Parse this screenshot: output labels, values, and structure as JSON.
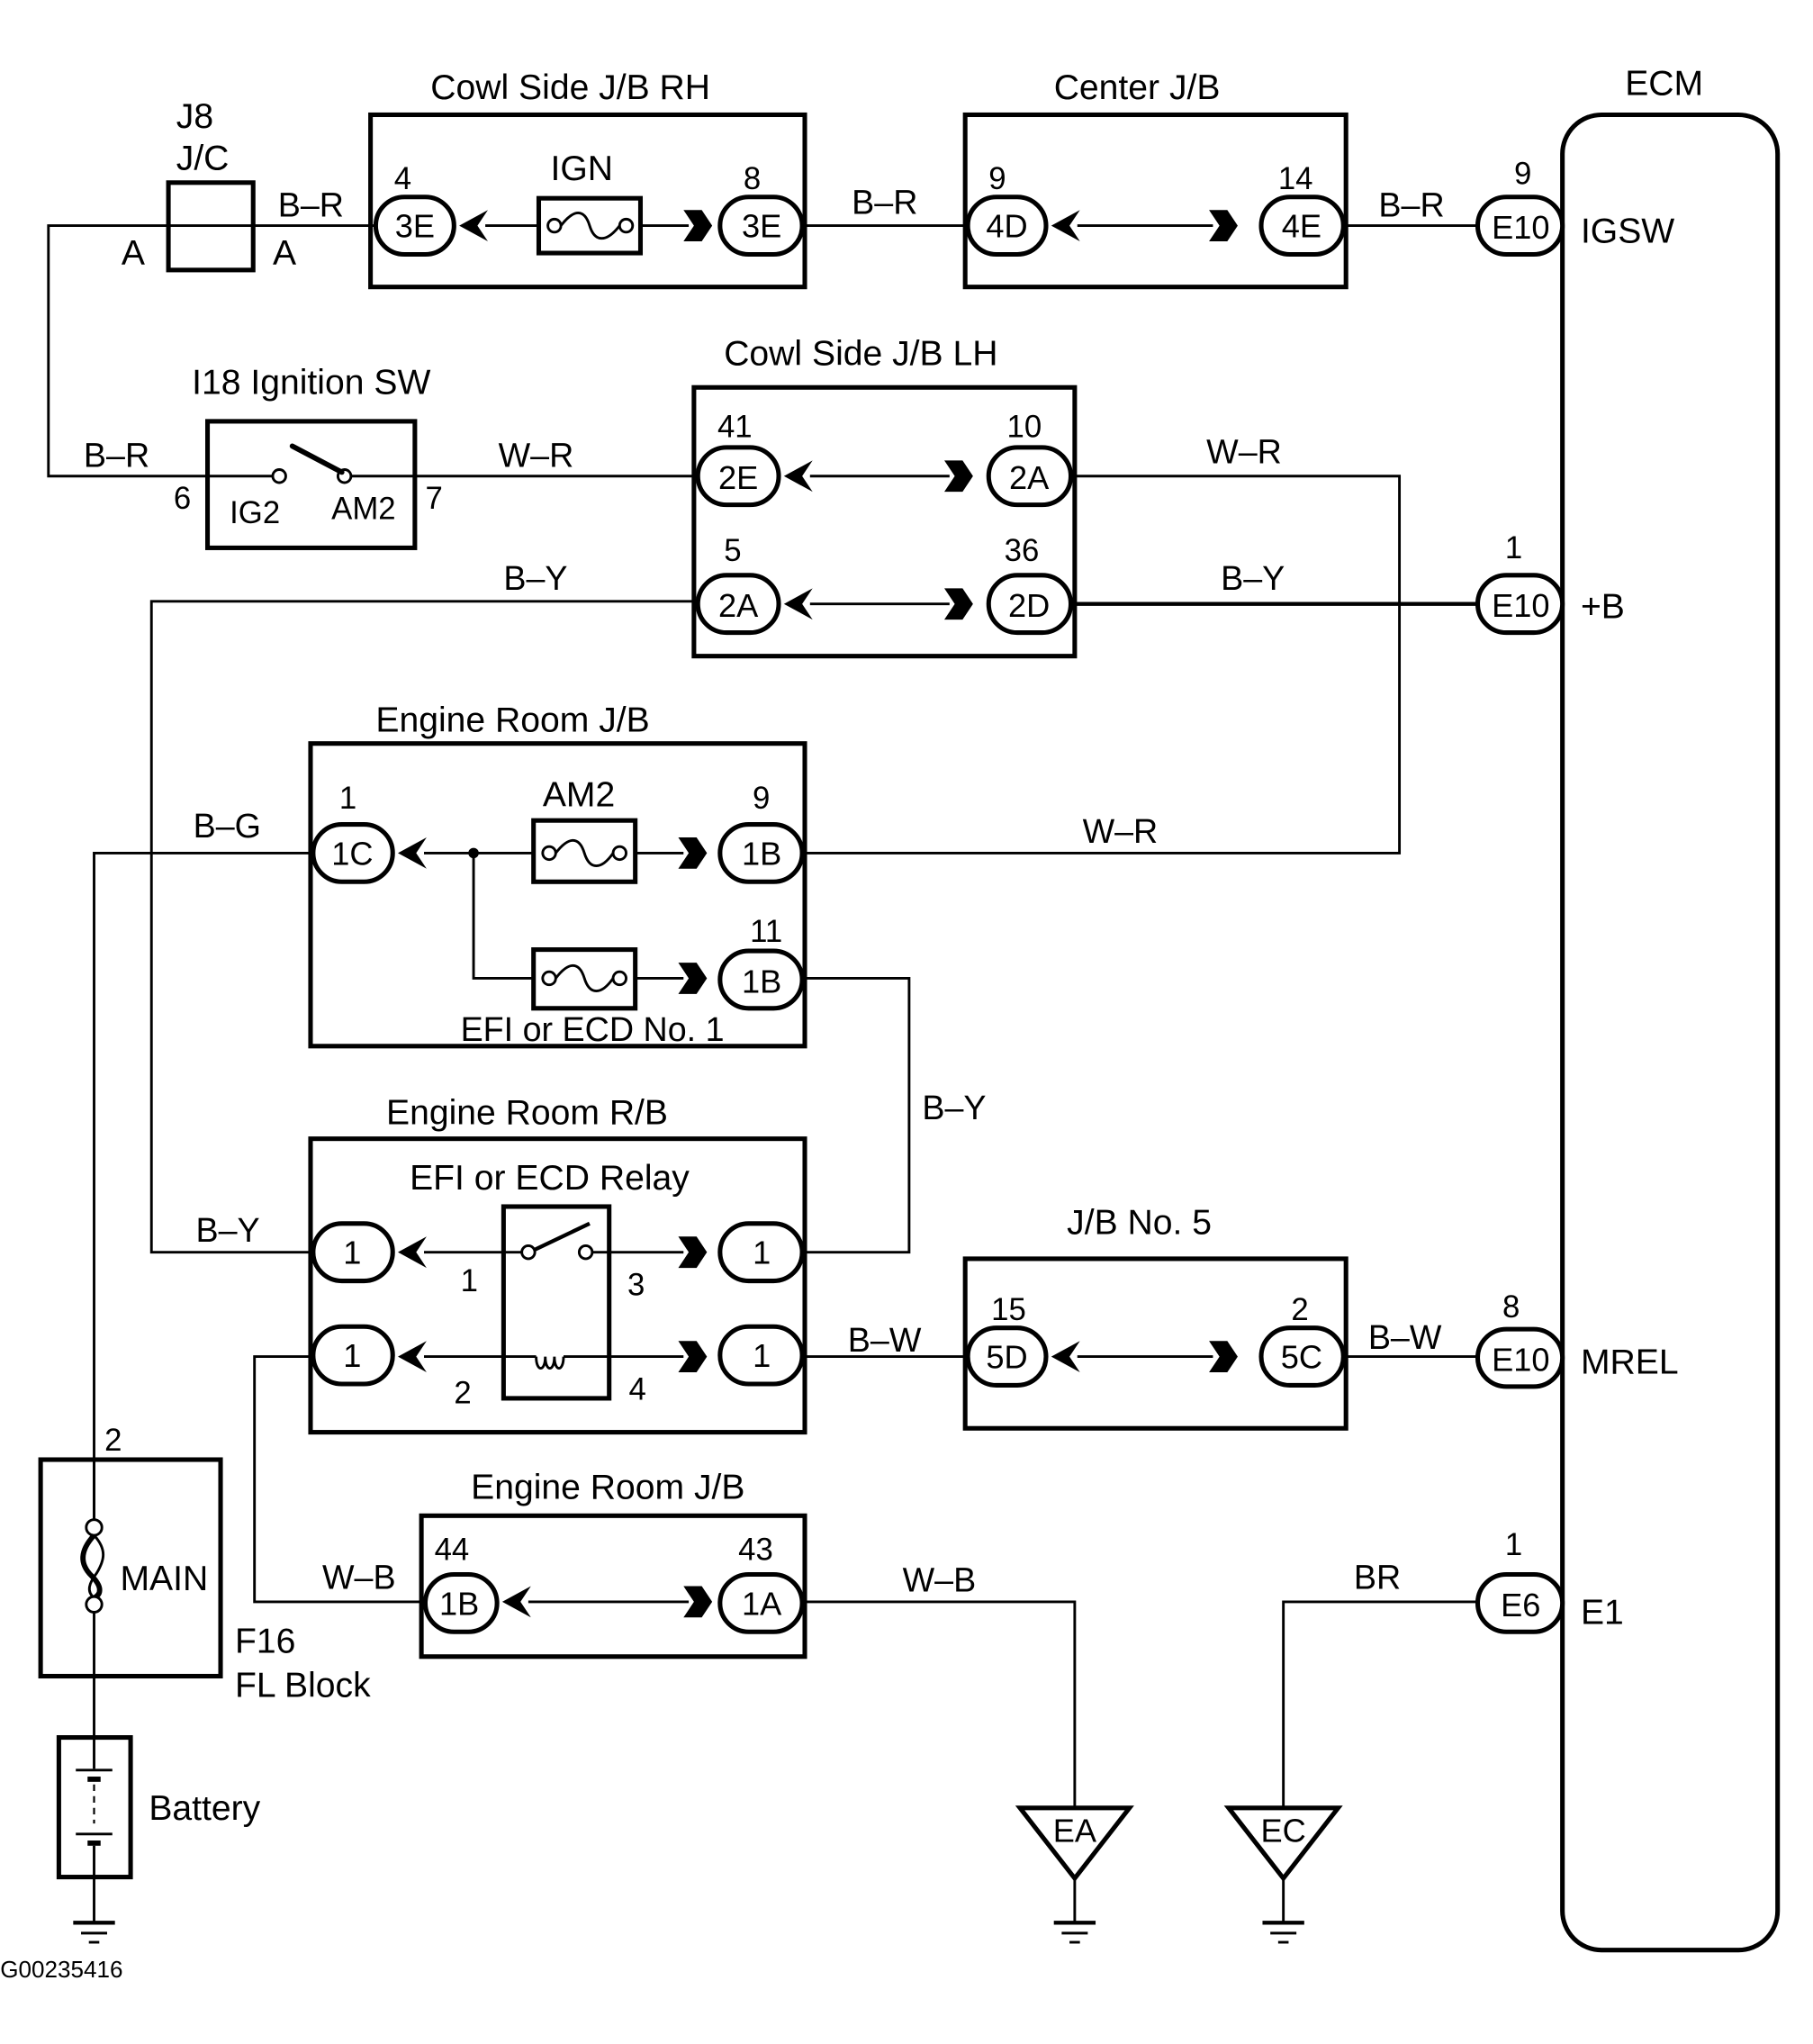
{
  "diagram_id": "G00235416",
  "components": {
    "j8": {
      "name": "J8",
      "type": "J/C",
      "pin_left": "A",
      "pin_right": "A"
    },
    "cowl_rh": {
      "title": "Cowl Side J/B RH",
      "fuse": "IGN",
      "left_pin": "4",
      "left_conn": "3E",
      "right_pin": "8",
      "right_conn": "3E"
    },
    "center_jb": {
      "title": "Center J/B",
      "left_pin": "9",
      "left_conn": "4D",
      "right_pin": "14",
      "right_conn": "4E"
    },
    "ecm": {
      "title": "ECM",
      "terminals": [
        {
          "pin": "9",
          "conn": "E10",
          "name": "IGSW"
        },
        {
          "pin": "1",
          "conn": "E10",
          "name": "+B"
        },
        {
          "pin": "8",
          "conn": "E10",
          "name": "MREL"
        },
        {
          "pin": "1",
          "conn": "E6",
          "name": "E1"
        }
      ]
    },
    "ignition_sw": {
      "title": "I18 Ignition SW",
      "left_pin": "6",
      "right_pin": "7",
      "left_term": "IG2",
      "right_term": "AM2"
    },
    "cowl_lh": {
      "title": "Cowl Side J/B LH",
      "rows": [
        {
          "left_pin": "41",
          "left_conn": "2E",
          "right_pin": "10",
          "right_conn": "2A"
        },
        {
          "left_pin": "5",
          "left_conn": "2A",
          "right_pin": "36",
          "right_conn": "2D"
        }
      ]
    },
    "engine_jb_top": {
      "title": "Engine Room J/B",
      "left_pin": "1",
      "left_conn": "1C",
      "fuse1": "AM2",
      "fuse1_pin": "9",
      "fuse1_conn": "1B",
      "fuse2": "EFI or ECD No. 1",
      "fuse2_pin": "11",
      "fuse2_conn": "1B"
    },
    "engine_rb": {
      "title": "Engine Room R/B",
      "relay": "EFI or ECD Relay",
      "conns": [
        "1",
        "1",
        "1",
        "1"
      ],
      "relay_pins": [
        "1",
        "3",
        "2",
        "4"
      ]
    },
    "jb5": {
      "title": "J/B No. 5",
      "left_pin": "15",
      "left_conn": "5D",
      "right_pin": "2",
      "right_conn": "5C"
    },
    "engine_jb_bottom": {
      "title": "Engine Room J/B",
      "left_pin": "44",
      "left_conn": "1B",
      "right_pin": "43",
      "right_conn": "1A"
    },
    "fl_block": {
      "id": "F16",
      "title": "FL Block",
      "fuse": "MAIN",
      "pin": "2"
    },
    "battery": {
      "title": "Battery"
    },
    "grounds": [
      "EA",
      "EC"
    ]
  },
  "wires": {
    "br1": "B–R",
    "br2": "B–R",
    "br3": "B–R",
    "br4": "B–R",
    "wr1": "W–R",
    "wr2": "W–R",
    "wr3": "W–R",
    "by1": "B–Y",
    "by2": "B–Y",
    "by3": "B–Y",
    "by4": "B–Y",
    "bg": "B–G",
    "bw1": "B–W",
    "bw2": "B–W",
    "wb1": "W–B",
    "wb2": "W–B",
    "brown": "BR"
  }
}
